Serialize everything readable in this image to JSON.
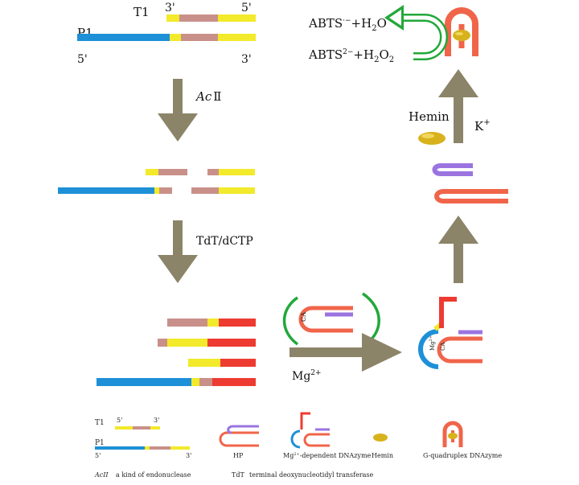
{
  "colors": {
    "blue": "#1e90d8",
    "yellow": "#f2ea2a",
    "pink": "#c9908a",
    "red": "#ee3b32",
    "orange": "#f0654a",
    "purple": "#9b74e0",
    "green": "#22a83a",
    "arrow": "#8c8468",
    "hemin": "#d8b21c"
  },
  "step1": {
    "t1": "T1",
    "p1": "P1",
    "top_left_end": "3'",
    "top_right_end": "5'",
    "bottom_left_end": "5'",
    "bottom_right_end": "3'"
  },
  "arrows": {
    "enzyme_italic": "Ac",
    "enzyme_roman": "Ⅱ",
    "tdt": "TdT/dCTP",
    "mg_base": "Mg",
    "mg_sup": "2+",
    "hemin": "Hemin",
    "k_base": "K",
    "k_sup": "+"
  },
  "loop": {
    "n": "n",
    "ca": "CA"
  },
  "reaction": {
    "product_a": "ABTS",
    "product_a_sup": "·−",
    "product_b": "+H",
    "product_b_sub": "2",
    "product_c": "O",
    "reactant_a": "ABTS",
    "reactant_a_sup": "2−",
    "reactant_b": "+H",
    "reactant_b_sub": "2",
    "reactant_c": "O",
    "reactant_c_sub": "2"
  },
  "legend": {
    "t1": "T1",
    "p1": "P1",
    "t1_left_end": "5'",
    "t1_right_end": "3'",
    "p1_left_end": "5'",
    "p1_right_end": "3'",
    "hp": "HP",
    "mg_base": "Mg",
    "mg_sup": "2+",
    "mg_rest": "-dependent DNAzyme",
    "hemin": "Hemin",
    "gq": "G-quadruplex DNAzyme",
    "acii_name": "AcII",
    "acii_desc": "a kind of endonuclease",
    "tdt_name": "TdT",
    "tdt_desc": "terminal deoxynucleotidyl transferase"
  }
}
